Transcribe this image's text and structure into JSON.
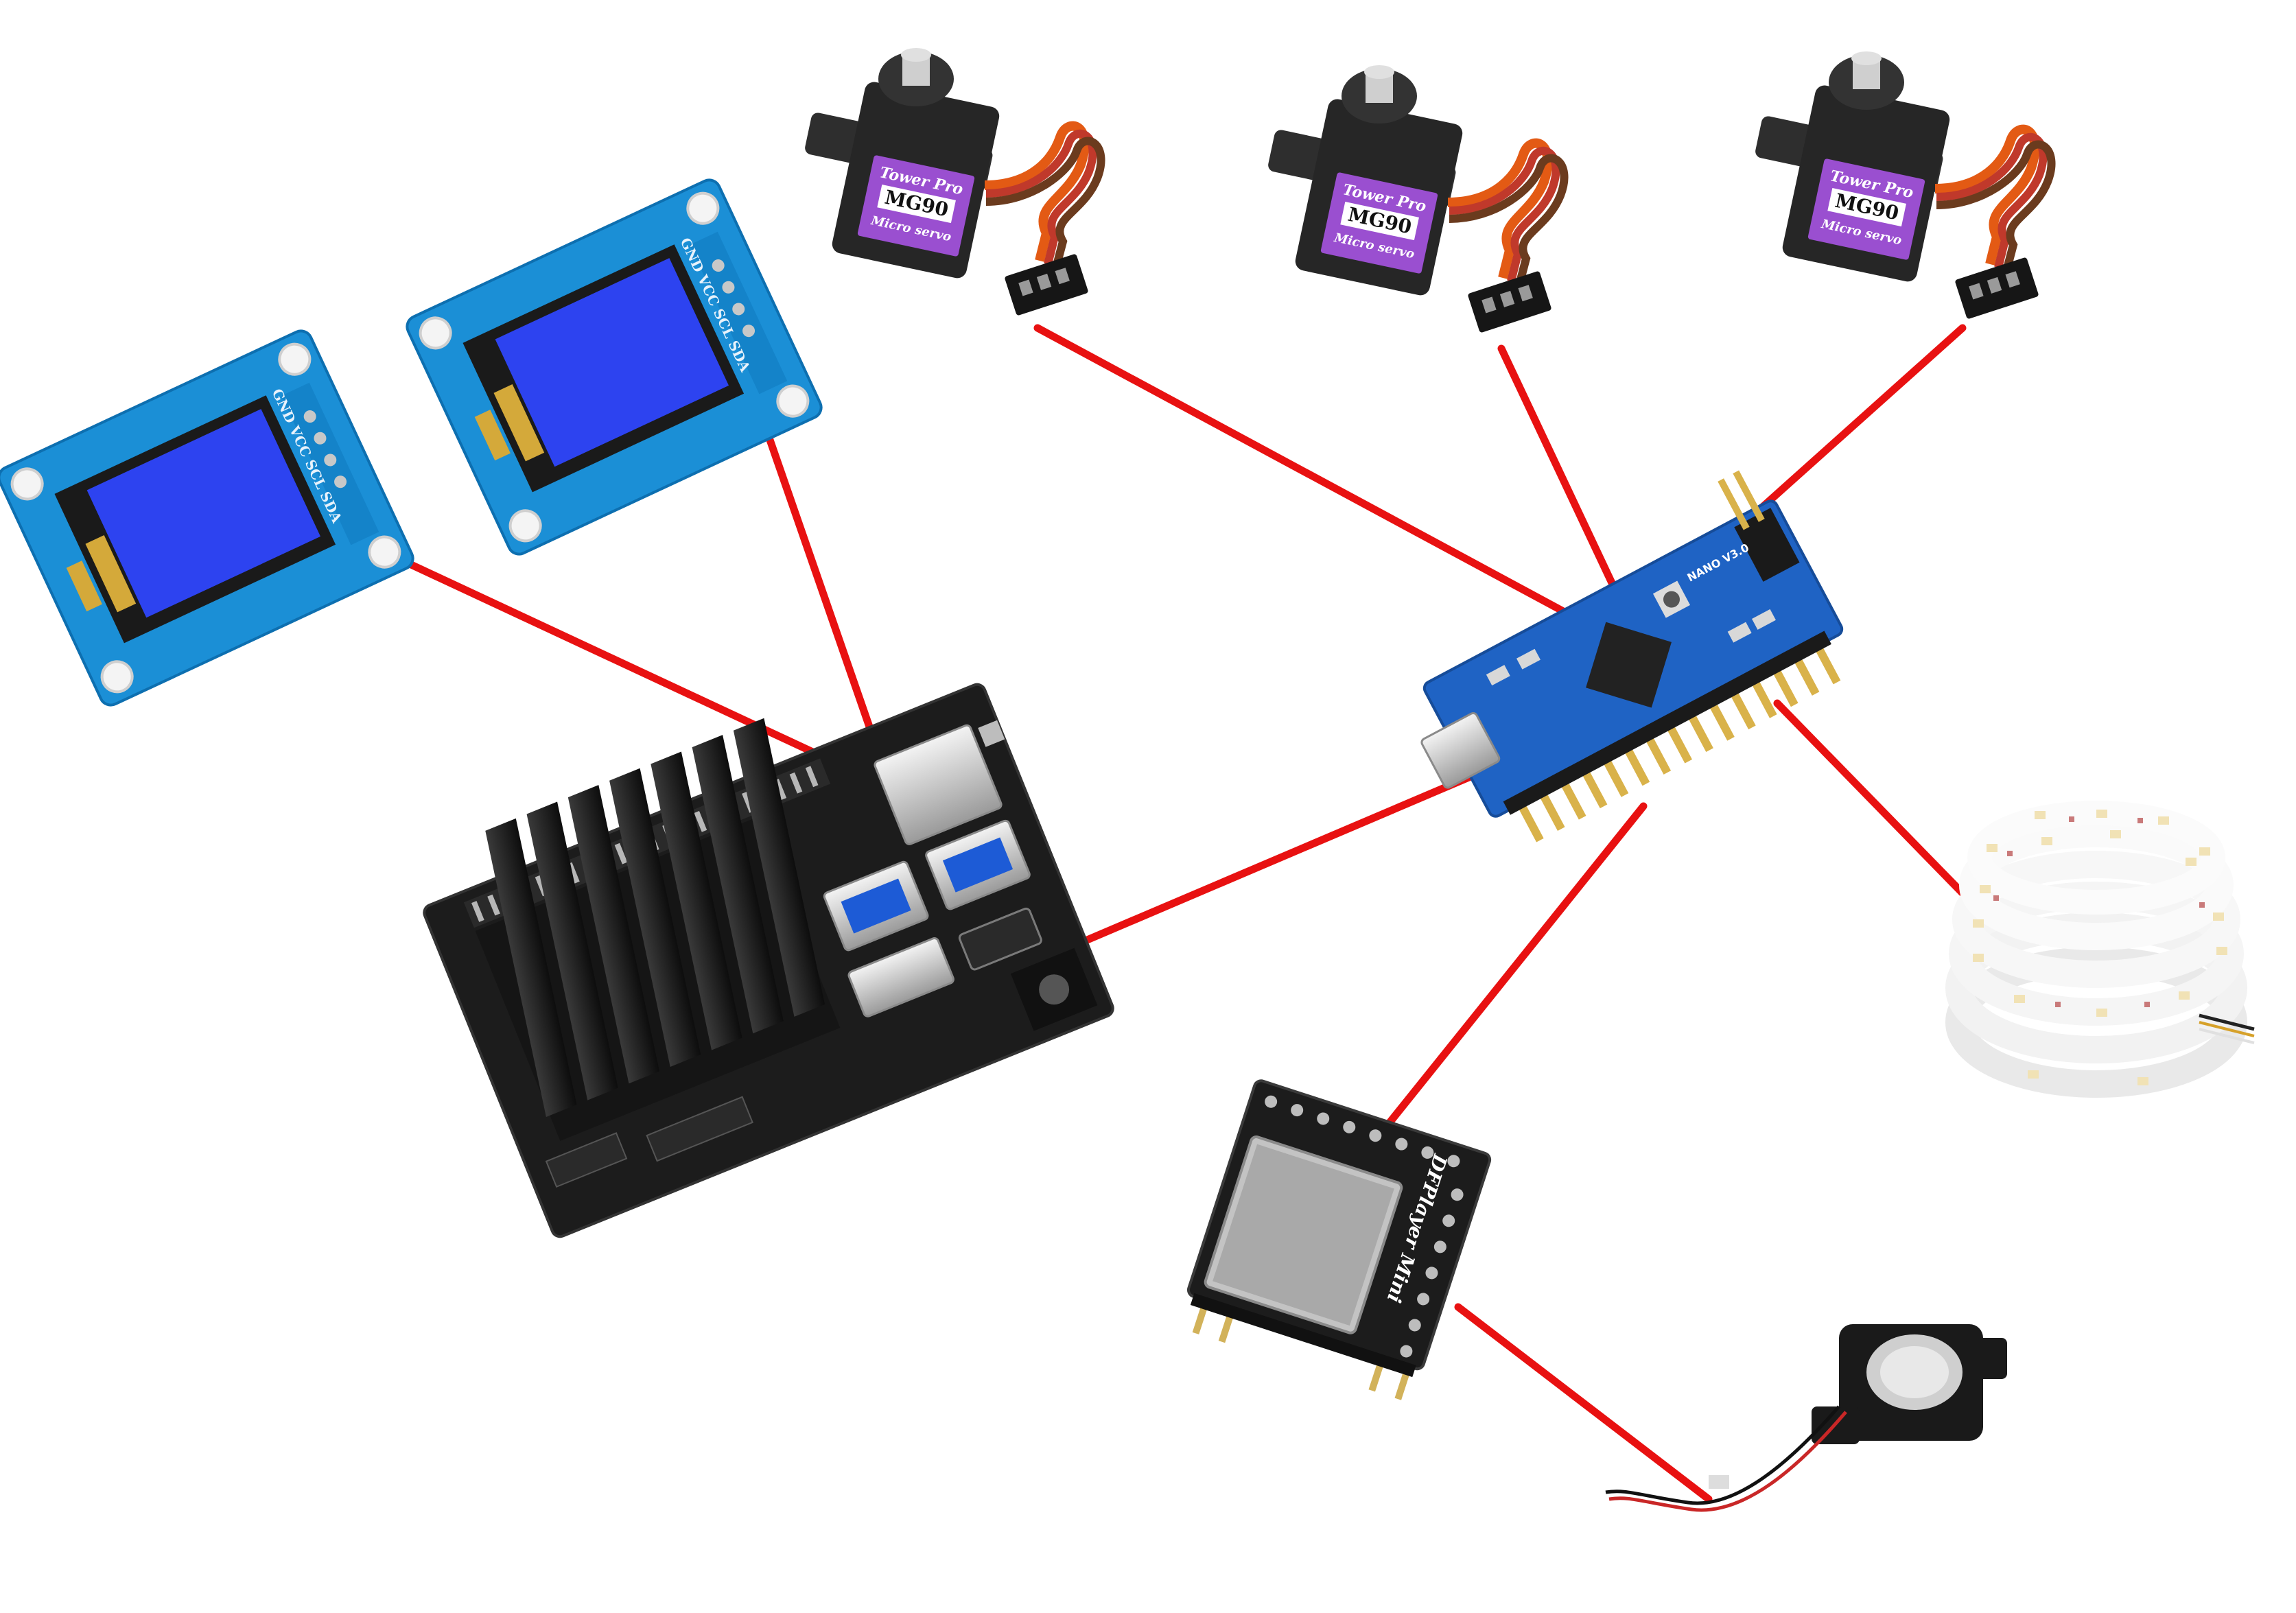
{
  "colors": {
    "wire": "#e81111",
    "oled_pcb": "#1b8fd6",
    "oled_screen": "#2d43f0",
    "servo_body": "#262626",
    "servo_label": "#9a4fd0",
    "nano_pcb": "#1f63c4",
    "heatsink": "#1b1b1b",
    "dfplayer_pcb": "#1c1c1c",
    "led_strip": "#f2f2f2"
  },
  "oled_left": {
    "pin_text": "GND VCC SCL SDA"
  },
  "oled_right": {
    "pin_text": "GND VCC SCL SDA"
  },
  "servo_1": {
    "brand": "Tower Pro",
    "model": "MG90",
    "caption": "Micro servo"
  },
  "servo_2": {
    "brand": "Tower Pro",
    "model": "MG90",
    "caption": "Micro servo"
  },
  "servo_3": {
    "brand": "Tower Pro",
    "model": "MG90",
    "caption": "Micro servo"
  },
  "arduino_nano": {
    "board_text": "NANO V3.0"
  },
  "dfplayer": {
    "name": "DFPlayer Mini"
  },
  "icons": {
    "oled": "oled-display-icon",
    "servo": "servo-motor-icon",
    "nano": "arduino-nano-icon",
    "jetson": "jetson-nano-board-icon",
    "led": "led-strip-icon",
    "mp3": "dfplayer-mini-icon",
    "speaker": "speaker-icon"
  }
}
